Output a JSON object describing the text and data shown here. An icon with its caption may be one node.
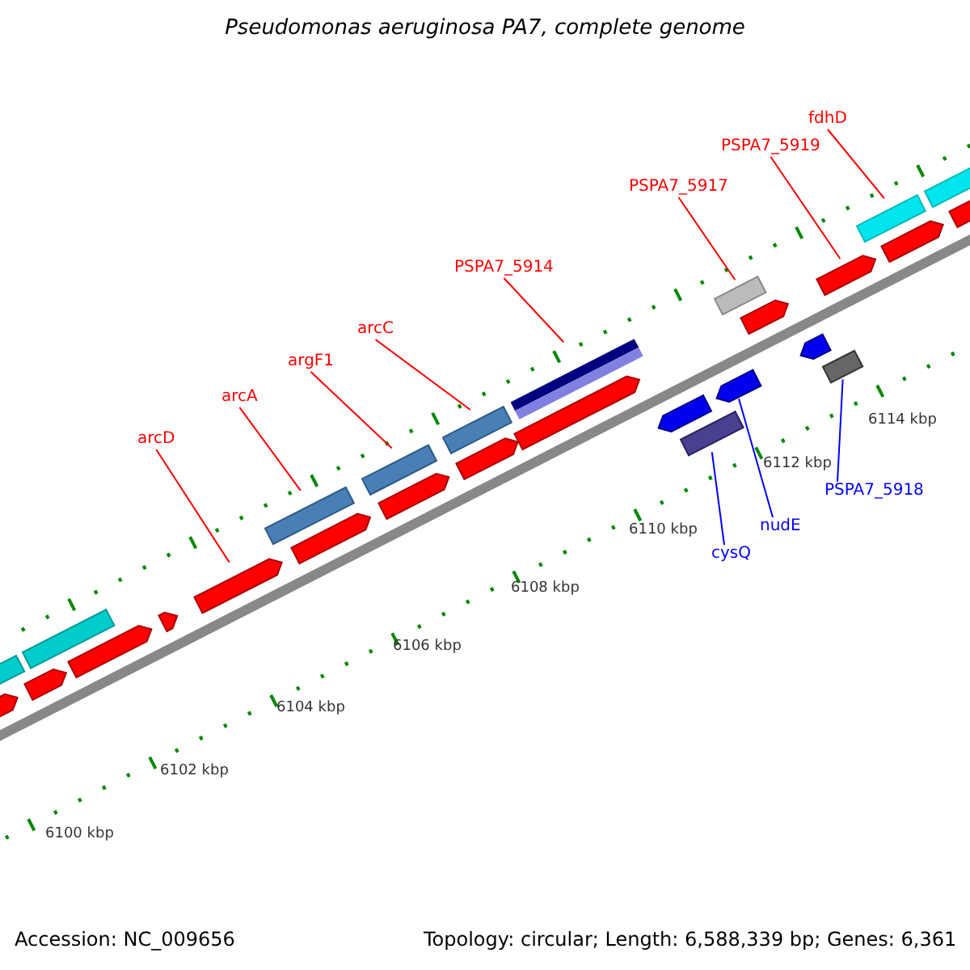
{
  "diagram": {
    "title": "Pseudomonas aeruginosa PA7, complete genome",
    "nodes": [
      {
        "text": [
          "arcD"
        ]
      },
      {
        "text": [
          "arcA"
        ]
      },
      {
        "text": [
          "argF1"
        ]
      },
      {
        "text": [
          "arcC"
        ]
      },
      {
        "text": [
          "PSPA7_5914"
        ]
      },
      {
        "text": [
          "PSPA7_5917"
        ]
      },
      {
        "text": [
          "PSPA7_5919"
        ]
      },
      {
        "text": [
          "fdhD"
        ]
      },
      {
        "text": [
          "cysQ"
        ]
      },
      {
        "text": [
          "nudE"
        ]
      },
      {
        "text": [
          "PSPA7_5918"
        ]
      },
      {
        "text": [],
        "shape": "box"
      },
      {
        "text": [],
        "shape": "arrow"
      },
      {
        "text": [],
        "shape": "arrow"
      },
      {
        "text": [],
        "shape": "box"
      },
      {
        "text": [],
        "shape": "arrow"
      },
      {
        "text": [],
        "shape": "arrow"
      },
      {
        "text": [],
        "shape": "arrow"
      },
      {
        "text": [],
        "shape": "box"
      },
      {
        "text": [],
        "shape": "arrow"
      },
      {
        "text": [],
        "shape": "box"
      },
      {
        "text": [],
        "shape": "arrow"
      },
      {
        "text": [],
        "shape": "box"
      },
      {
        "text": [],
        "shape": "arrow"
      },
      {
        "text": [],
        "shape": "box"
      },
      {
        "text": [],
        "shape": "arrow"
      },
      {
        "text": [],
        "shape": "arrow"
      },
      {
        "text": [],
        "shape": "box"
      },
      {
        "text": [],
        "shape": "arrow"
      },
      {
        "text": [],
        "shape": "box"
      },
      {
        "text": [],
        "shape": "arrow"
      },
      {
        "text": [],
        "shape": "arrow"
      },
      {
        "text": [],
        "shape": "box"
      },
      {
        "text": [],
        "shape": "arrow"
      },
      {
        "text": [],
        "shape": "box"
      },
      {
        "text": [],
        "shape": "arrow"
      },
      {
        "text": [],
        "shape": "box"
      },
      {
        "text": [],
        "shape": "arrow"
      }
    ],
    "edges": [
      {
        "from": 0,
        "to": 17,
        "arrow": "none"
      },
      {
        "from": 1,
        "to": 18,
        "arrow": "none"
      },
      {
        "from": 2,
        "to": 20,
        "arrow": "none"
      },
      {
        "from": 3,
        "to": 22,
        "arrow": "none"
      },
      {
        "from": 4,
        "to": 24,
        "arrow": "none"
      },
      {
        "from": 5,
        "to": 29,
        "arrow": "none"
      },
      {
        "from": 6,
        "to": 33,
        "arrow": "none"
      },
      {
        "from": 7,
        "to": 34,
        "arrow": "none"
      },
      {
        "from": 8,
        "to": 27,
        "arrow": "none",
        "color": "#0000ff"
      },
      {
        "from": 9,
        "to": 28,
        "arrow": "none",
        "color": "#0000ff"
      },
      {
        "from": 10,
        "to": 32,
        "arrow": "none",
        "color": "#0000ff"
      }
    ],
    "labels": [
      "6100 kbp",
      "6102 kbp",
      "6104 kbp",
      "6106 kbp",
      "6108 kbp",
      "6110 kbp",
      "6112 kbp",
      "6114 kbp",
      "Accession: NC_009656",
      "Topology: circular; Length: 6,588,339 bp; Genes: 6,361"
    ]
  }
}
